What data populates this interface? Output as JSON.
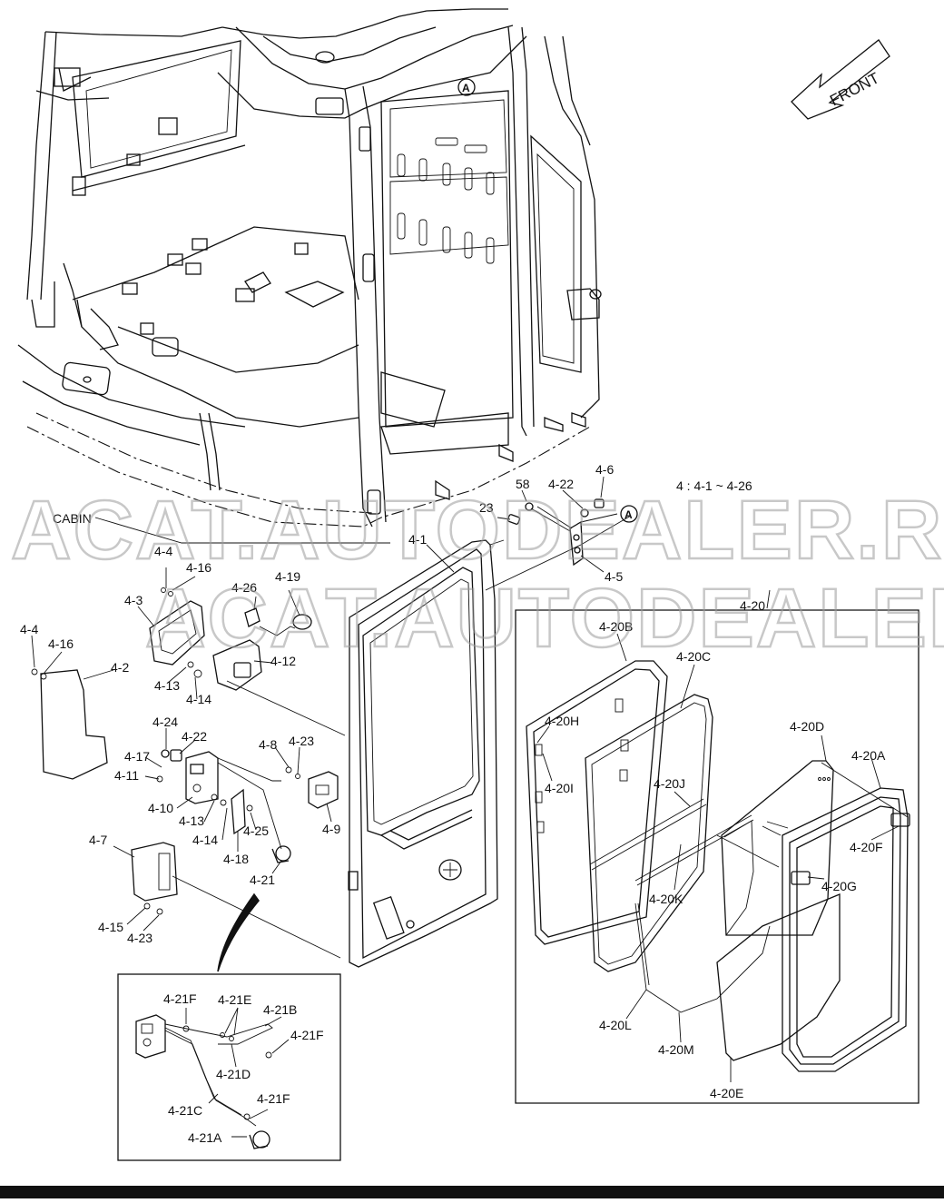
{
  "watermark": "ACAT.AUTODEALER.RU",
  "front_label": "FRONT",
  "cabin_label": "CABIN",
  "range_note": "4 : 4-1 ~ 4-26",
  "circle_ref": "A",
  "labels": {
    "l_58": "58",
    "l_4_22_top": "4-22",
    "l_4_6": "4-6",
    "l_23": "23",
    "l_4_5": "4-5",
    "l_4_1": "4-1",
    "l_4_4_a": "4-4",
    "l_4_16_a": "4-16",
    "l_4_3": "4-3",
    "l_4_26": "4-26",
    "l_4_19": "4-19",
    "l_4_4_b": "4-4",
    "l_4_16_b": "4-16",
    "l_4_2": "4-2",
    "l_4_12": "4-12",
    "l_4_13_a": "4-13",
    "l_4_14_a": "4-14",
    "l_4_24": "4-24",
    "l_4_22_mid": "4-22",
    "l_4_17": "4-17",
    "l_4_11": "4-11",
    "l_4_10": "4-10",
    "l_4_13_b": "4-13",
    "l_4_14_b": "4-14",
    "l_4_25": "4-25",
    "l_4_18": "4-18",
    "l_4_8": "4-8",
    "l_4_23_a": "4-23",
    "l_4_9": "4-9",
    "l_4_21": "4-21",
    "l_4_7": "4-7",
    "l_4_15": "4-15",
    "l_4_23_b": "4-23",
    "l_4_20": "4-20",
    "l_4_20B": "4-20B",
    "l_4_20C": "4-20C",
    "l_4_20H": "4-20H",
    "l_4_20I": "4-20I",
    "l_4_20J": "4-20J",
    "l_4_20D": "4-20D",
    "l_4_20A": "4-20A",
    "l_4_20F": "4-20F",
    "l_4_20G": "4-20G",
    "l_4_20K": "4-20K",
    "l_4_20L": "4-20L",
    "l_4_20M": "4-20M",
    "l_4_20E": "4-20E",
    "l_4_21F_a": "4-21F",
    "l_4_21E": "4-21E",
    "l_4_21B": "4-21B",
    "l_4_21F_b": "4-21F",
    "l_4_21D": "4-21D",
    "l_4_21F_c": "4-21F",
    "l_4_21C": "4-21C",
    "l_4_21A": "4-21A"
  }
}
